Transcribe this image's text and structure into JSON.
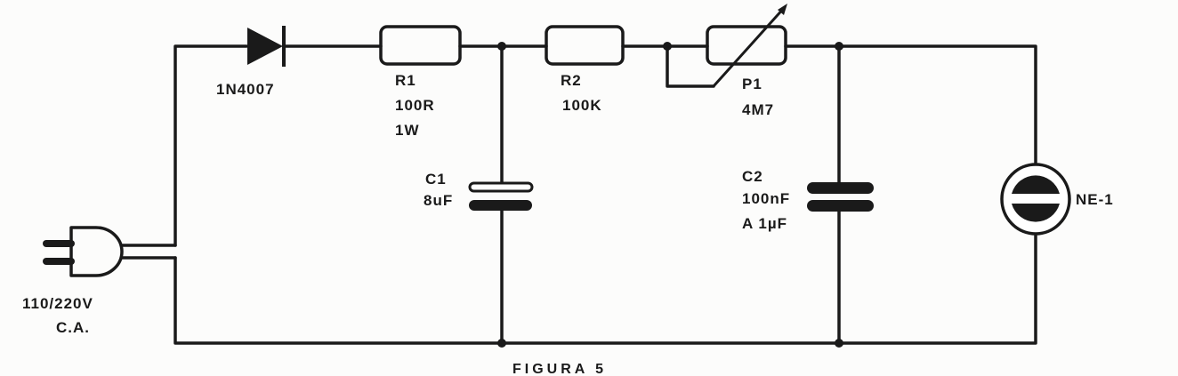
{
  "figure": {
    "caption": "FIGURA 5"
  },
  "components": {
    "diode": {
      "ref": "1N4007"
    },
    "r1": {
      "ref": "R1",
      "value": "100R",
      "power": "1W"
    },
    "r2": {
      "ref": "R2",
      "value": "100K"
    },
    "p1": {
      "ref": "P1",
      "value": "4M7"
    },
    "c1": {
      "ref": "C1",
      "value": "8uF"
    },
    "c2": {
      "ref": "C2",
      "value": "100nF",
      "value2": "A 1µF"
    },
    "neon": {
      "ref": "NE-1"
    },
    "plug": {
      "voltage": "110/220V",
      "type": "C.A."
    }
  },
  "colors": {
    "ink": "#1a1a1a",
    "paper": "#fcfcfb"
  }
}
